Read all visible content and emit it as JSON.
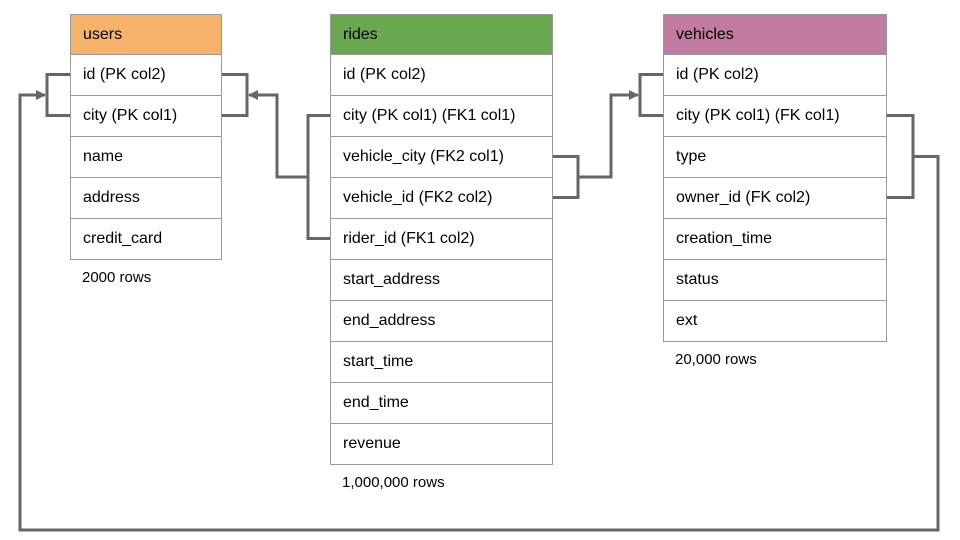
{
  "diagram": {
    "tables": [
      {
        "name": "users",
        "header_color": "#F6B26B",
        "columns": [
          "id (PK col2)",
          "city (PK col1)",
          "name",
          "address",
          "credit_card"
        ],
        "row_count_label": "2000 rows"
      },
      {
        "name": "rides",
        "header_color": "#6AA84F",
        "columns": [
          "id (PK col2)",
          "city (PK col1) (FK1 col1)",
          "vehicle_city (FK2 col1)",
          "vehicle_id (FK2 col2)",
          "rider_id (FK1 col2)",
          "start_address",
          "end_address",
          "start_time",
          "end_time",
          "revenue"
        ],
        "row_count_label": "1,000,000 rows"
      },
      {
        "name": "vehicles",
        "header_color": "#C27BA0",
        "columns": [
          "id (PK col2)",
          "city (PK col1) (FK col1)",
          "type",
          "owner_id (FK col2)",
          "creation_time",
          "status",
          "ext"
        ],
        "row_count_label": "20,000 rows"
      }
    ],
    "relationships": [
      {
        "from_table": "rides",
        "from_columns": [
          "city (PK col1) (FK1 col1)",
          "rider_id (FK1 col2)"
        ],
        "to_table": "users",
        "to_columns": [
          "id (PK col2)",
          "city (PK col1)"
        ]
      },
      {
        "from_table": "rides",
        "from_columns": [
          "vehicle_city (FK2 col1)",
          "vehicle_id (FK2 col2)"
        ],
        "to_table": "vehicles",
        "to_columns": [
          "id (PK col2)",
          "city (PK col1) (FK col1)"
        ]
      },
      {
        "from_table": "vehicles",
        "from_columns": [
          "city (PK col1) (FK col1)",
          "owner_id (FK col2)"
        ],
        "to_table": "users",
        "to_columns": [
          "id (PK col2)",
          "city (PK col1)"
        ]
      }
    ],
    "colors": {
      "users_header": "#F6B26B",
      "rides_header": "#6AA84F",
      "vehicles_header": "#C27BA0",
      "connector": "#666666",
      "table_border": "#999999"
    }
  }
}
